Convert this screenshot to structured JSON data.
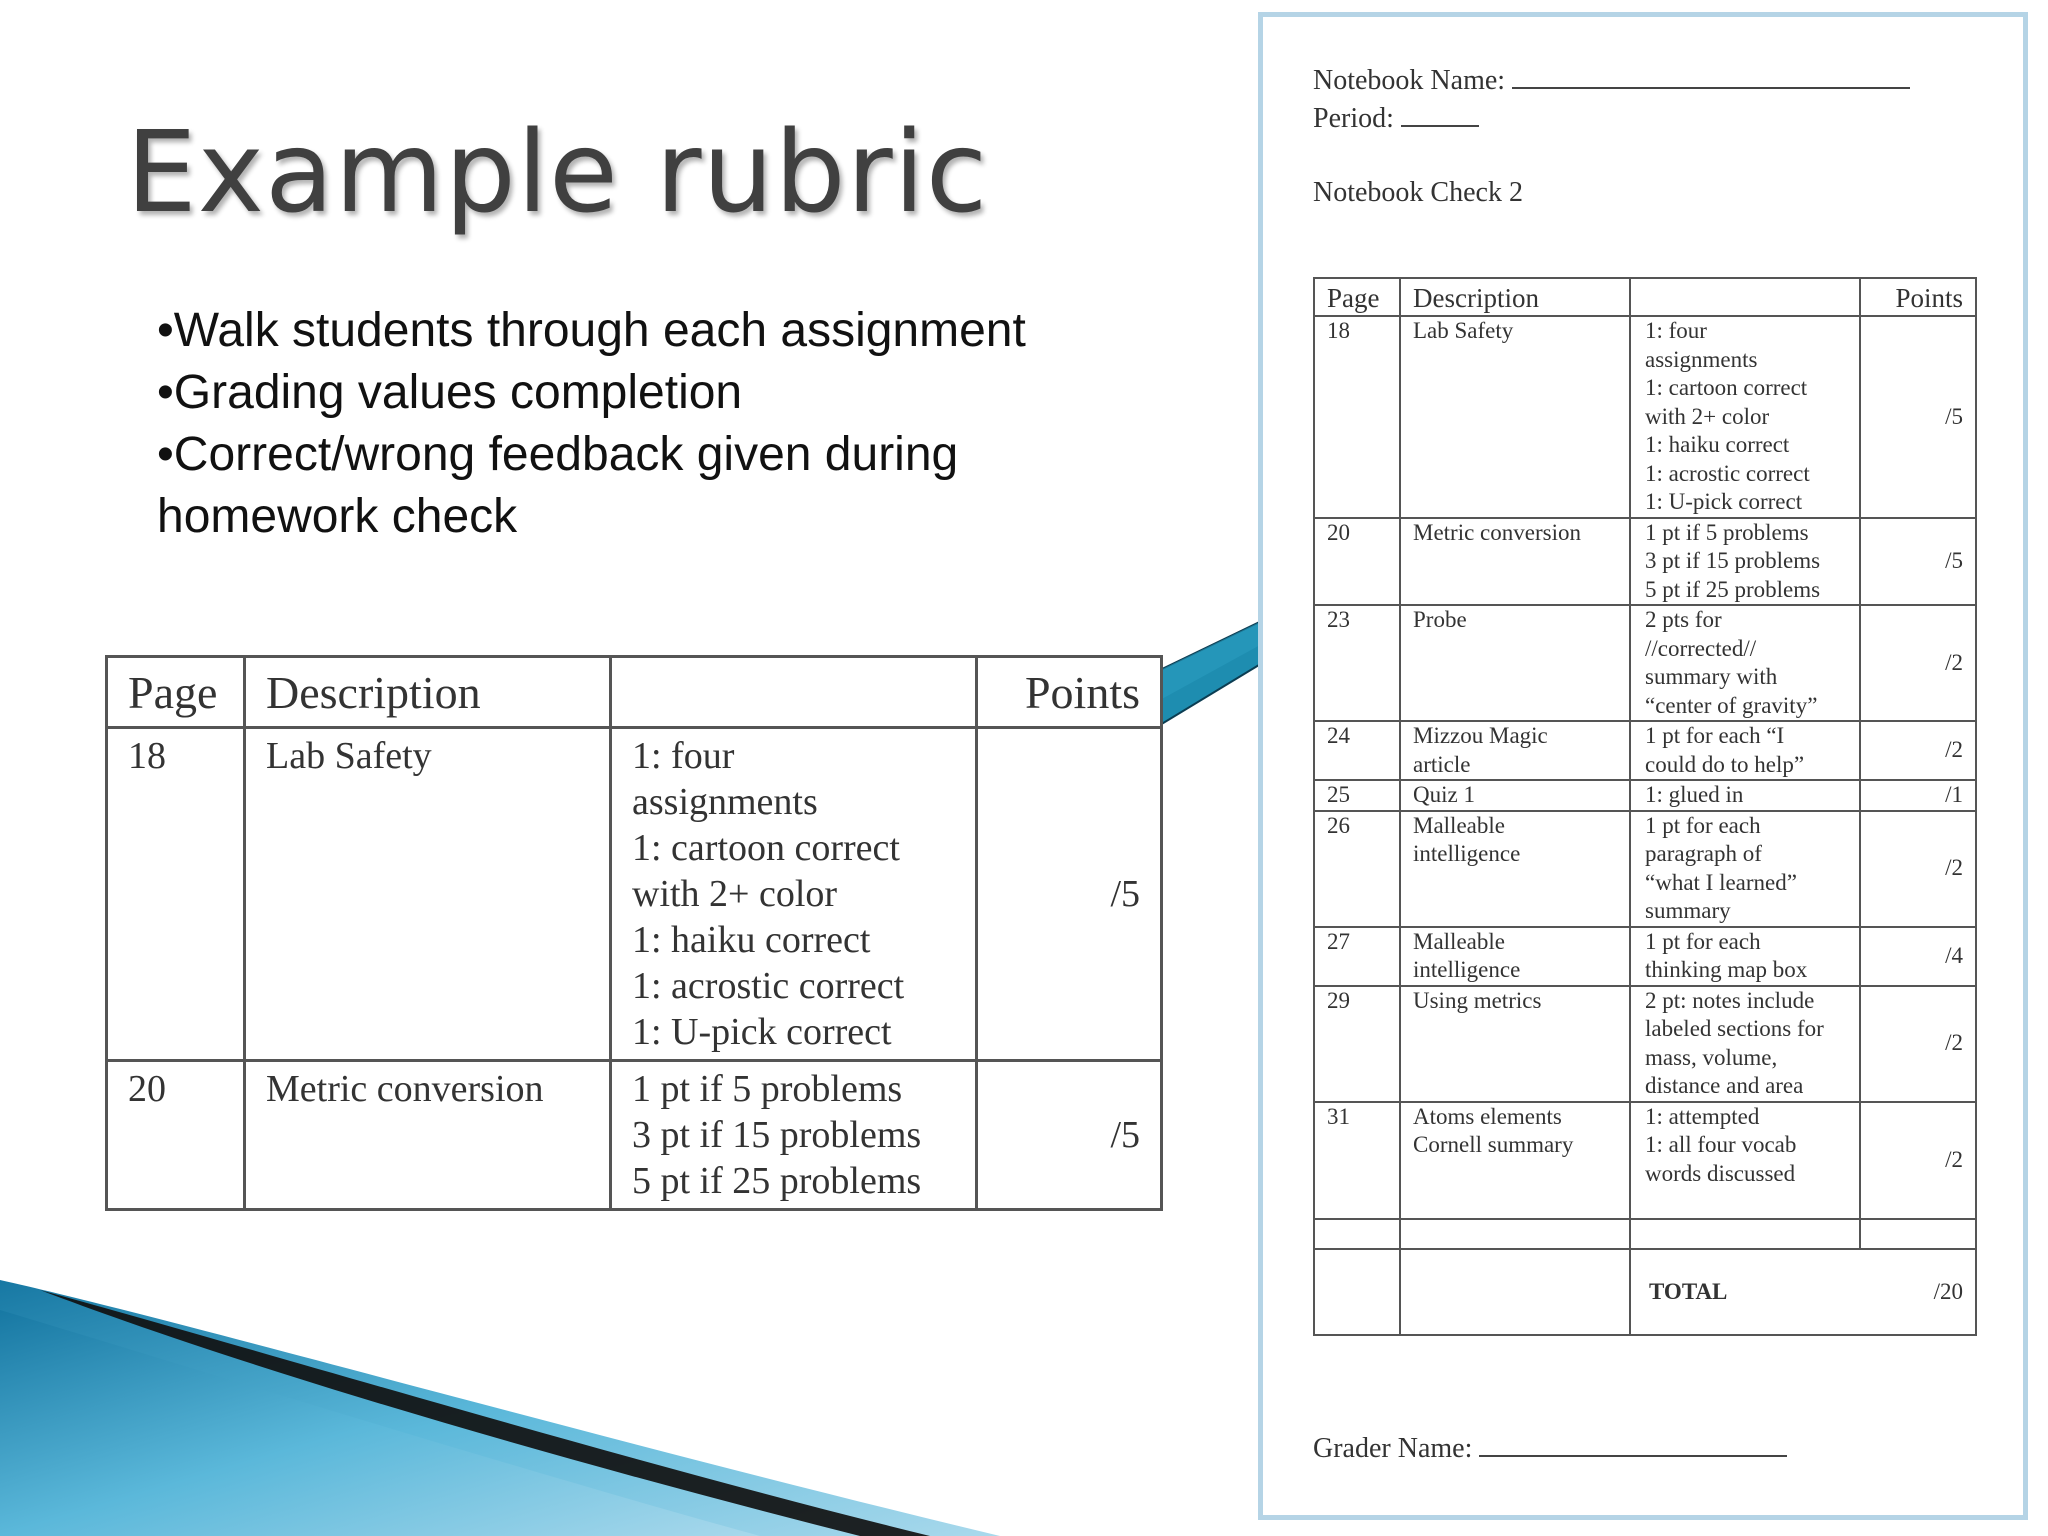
{
  "slide": {
    "title": "Example rubric",
    "bullets": [
      "•Walk students through each assignment",
      "•Grading values completion",
      "•Correct/wrong feedback given during",
      "homework check"
    ]
  },
  "zoom_table": {
    "headers": [
      "Page",
      "Description",
      "",
      "Points"
    ],
    "rows": [
      {
        "page": "18",
        "description": "Lab Safety",
        "criteria": [
          "1: four",
          "assignments",
          "1: cartoon correct",
          "with 2+ color",
          "1: haiku correct",
          "1: acrostic correct",
          "1: U-pick correct"
        ],
        "points": "/5"
      },
      {
        "page": "20",
        "description": "Metric conversion",
        "criteria": [
          "1 pt if 5 problems",
          "3 pt if 15 problems",
          "5 pt if 25 problems"
        ],
        "points": "/5"
      }
    ]
  },
  "doc": {
    "notebook_name_label": "Notebook Name:",
    "period_label": "Period:",
    "check_title": "Notebook Check 2",
    "grader_label": "Grader Name:",
    "border_color": "#b5d4e6",
    "headers": [
      "Page",
      "Description",
      "",
      "Points"
    ],
    "rows": [
      {
        "page": "18",
        "description": [
          "Lab Safety"
        ],
        "criteria": [
          "1: four",
          "assignments",
          "1: cartoon correct",
          "with 2+ color",
          "1: haiku correct",
          "1: acrostic correct",
          "1: U-pick correct"
        ],
        "points": "/5"
      },
      {
        "page": "20",
        "description": [
          "Metric conversion"
        ],
        "criteria": [
          "1 pt if 5 problems",
          "3 pt if 15 problems",
          "5 pt if 25 problems"
        ],
        "points": "/5"
      },
      {
        "page": "23",
        "description": [
          "Probe"
        ],
        "criteria": [
          "2 pts for",
          "//corrected//",
          "summary with",
          "“center of gravity”"
        ],
        "points": "/2"
      },
      {
        "page": "24",
        "description": [
          "Mizzou Magic",
          "article"
        ],
        "criteria": [
          "1 pt for each “I",
          "could do to help”"
        ],
        "points": "/2"
      },
      {
        "page": "25",
        "description": [
          "Quiz 1"
        ],
        "criteria": [
          "1: glued in"
        ],
        "points": "/1"
      },
      {
        "page": "26",
        "description": [
          "Malleable",
          "intelligence"
        ],
        "criteria": [
          "1 pt for each",
          "paragraph of",
          "“what I learned”",
          "summary"
        ],
        "points": "/2"
      },
      {
        "page": "27",
        "description": [
          "Malleable",
          "intelligence"
        ],
        "criteria": [
          "1 pt for each",
          "thinking map box"
        ],
        "points": "/4"
      },
      {
        "page": "29",
        "description": [
          "Using metrics"
        ],
        "criteria": [
          "2 pt: notes include",
          "labeled sections for",
          "mass, volume,",
          "distance and area"
        ],
        "points": "/2"
      },
      {
        "page": "31",
        "description": [
          "Atoms elements",
          "Cornell summary"
        ],
        "criteria": [
          "1: attempted",
          "1: all four vocab",
          "words discussed"
        ],
        "points": "/2"
      }
    ],
    "total_label": "TOTAL",
    "total_points": "/20"
  },
  "colors": {
    "callout": "#1e8db0",
    "swoosh_light": "#a9d9ec",
    "swoosh_dark": "#1778a3"
  }
}
